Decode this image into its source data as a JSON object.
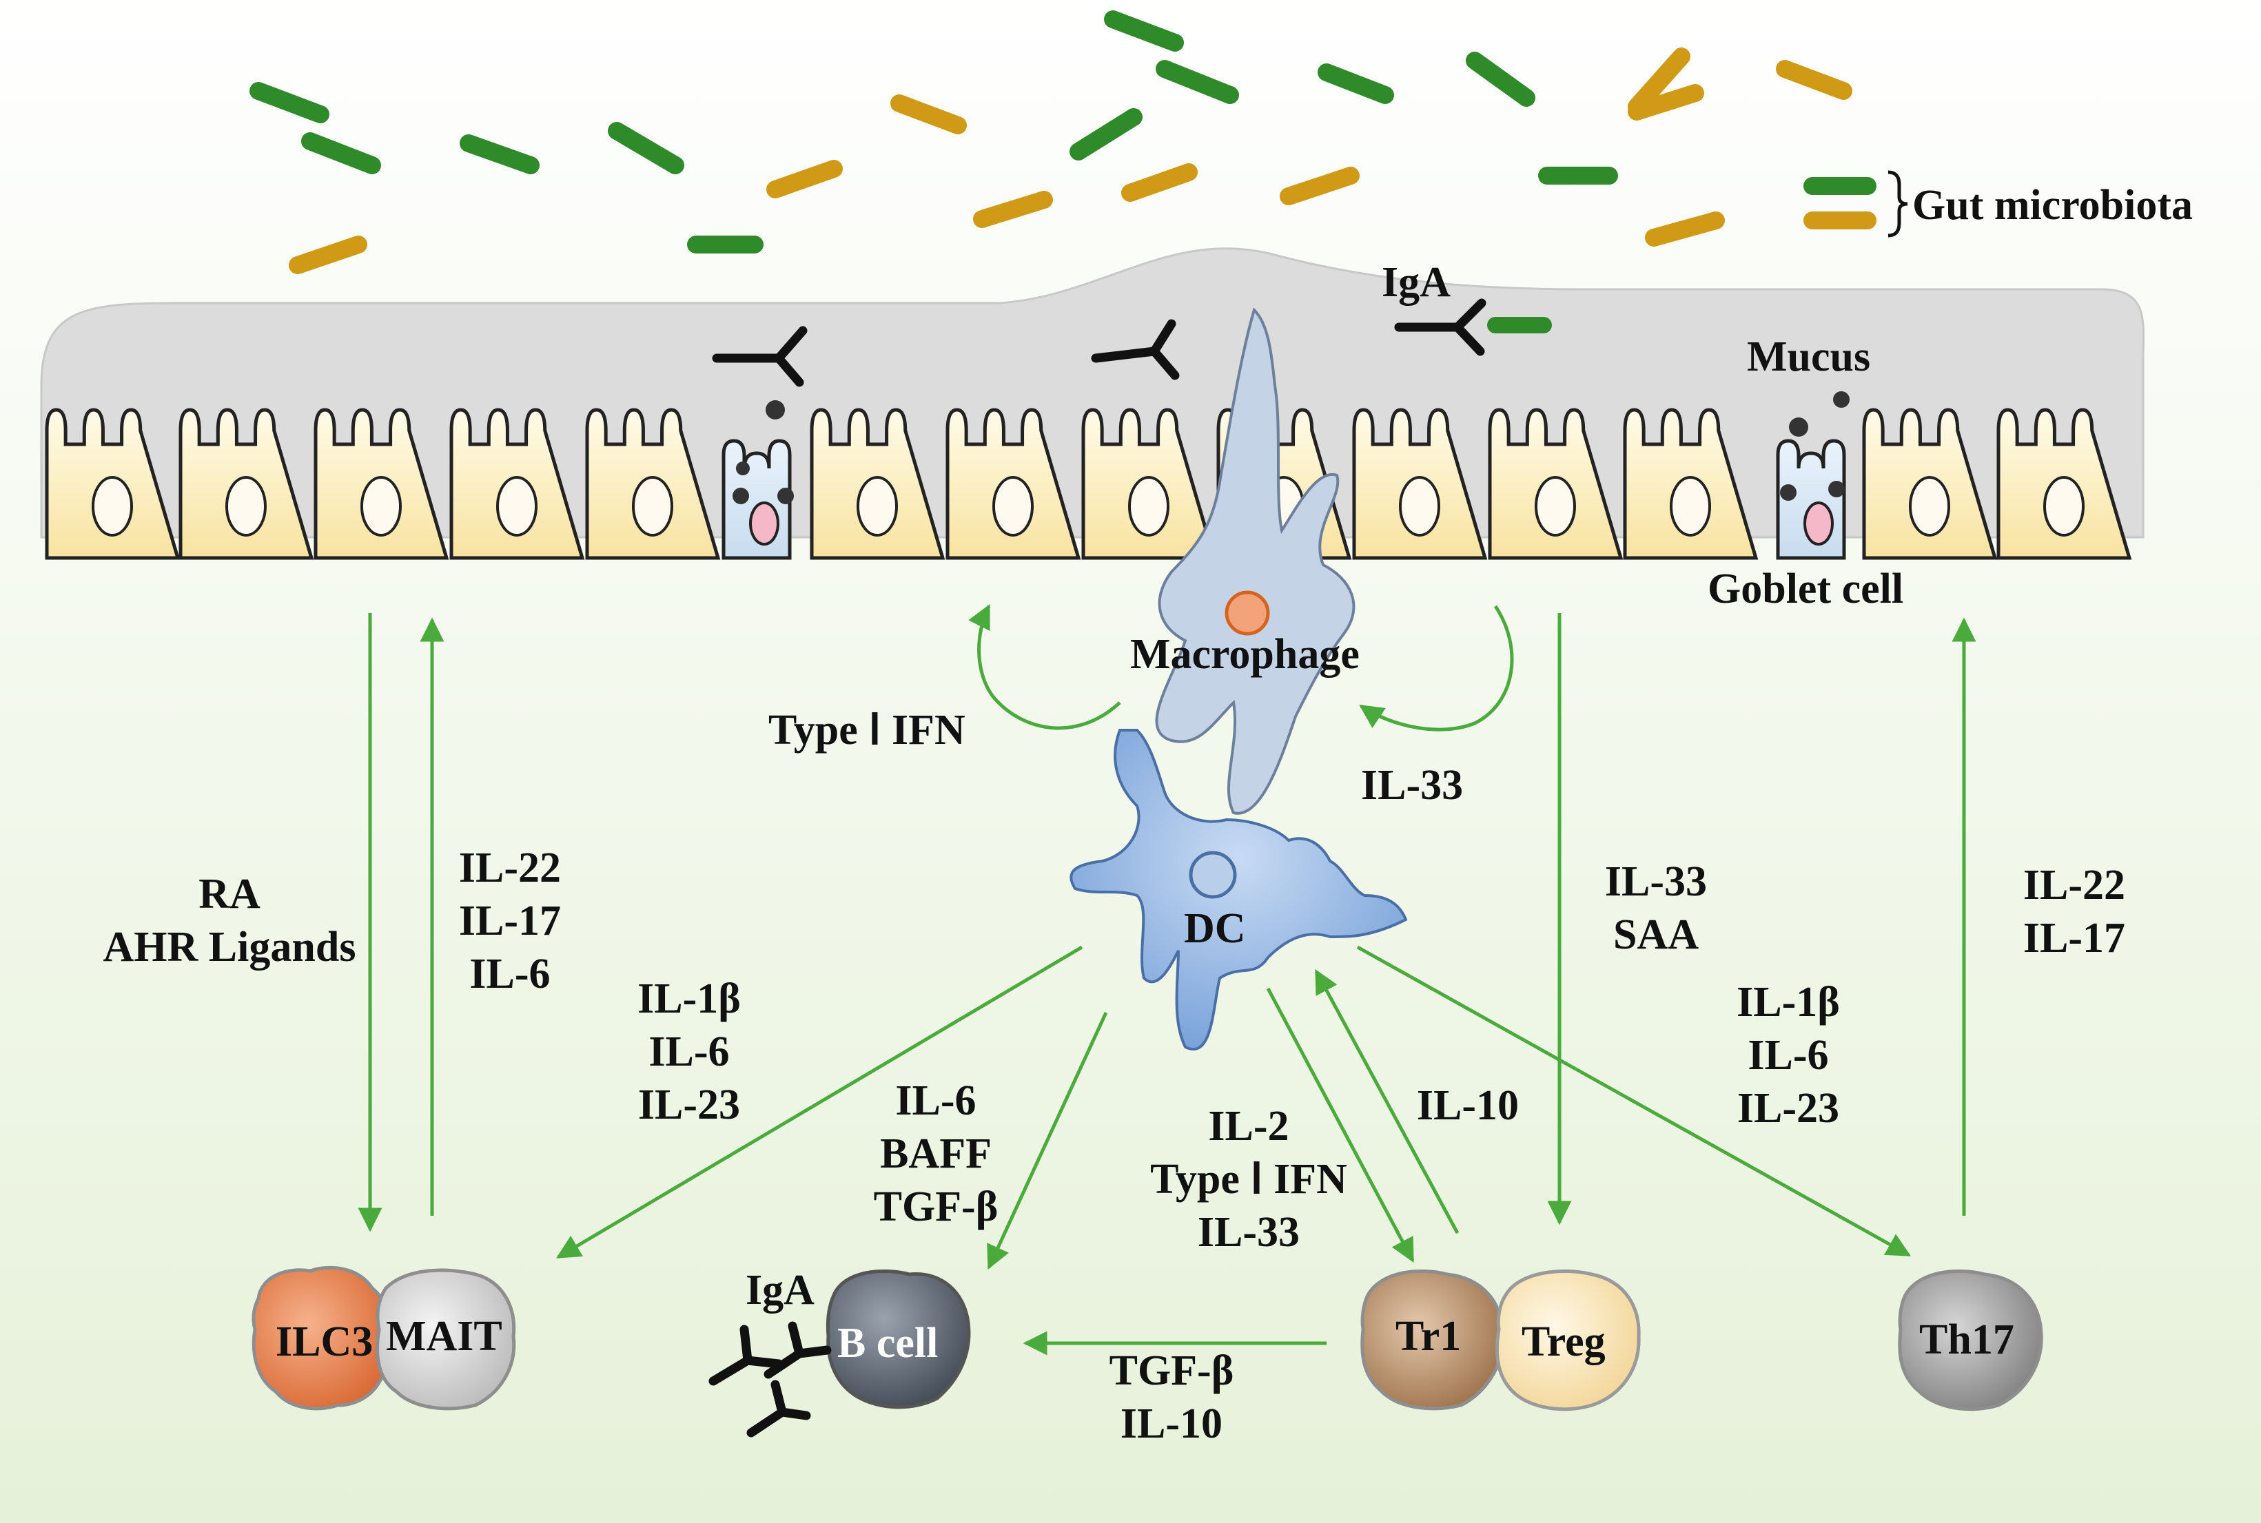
{
  "legend": {
    "label": "Gut microbiota"
  },
  "labels": {
    "iga_top": "IgA",
    "mucus": "Mucus",
    "goblet": "Goblet cell",
    "macrophage": "Macrophage",
    "dc": "DC",
    "type1_ifn_left": "Type Ⅰ IFN",
    "il33_right": "IL-33",
    "ra_ahr": [
      "RA",
      "AHR Ligands"
    ],
    "il22_il17_il6": [
      "IL-22",
      "IL-17",
      "IL-6"
    ],
    "il1b_il6_il23_left": [
      "IL-1β",
      "IL-6",
      "IL-23"
    ],
    "il6_baff_tgfb": [
      "IL-6",
      "BAFF",
      "TGF-β"
    ],
    "il2_ifn_il33": [
      "IL-2",
      "Type Ⅰ IFN",
      "IL-33"
    ],
    "il10_mid": "IL-10",
    "il33_saa": [
      "IL-33",
      "SAA"
    ],
    "il1b_il6_il23_right": [
      "IL-1β",
      "IL-6",
      "IL-23"
    ],
    "il22_il17_right": [
      "IL-22",
      "IL-17"
    ],
    "tgfb_il10": [
      "TGF-β",
      "IL-10"
    ],
    "iga_bottom": "IgA"
  },
  "cells": {
    "ilc3": "ILC3",
    "mait": "MAIT",
    "bcell": "B cell",
    "tr1": "Tr1",
    "treg": "Treg",
    "th17": "Th17"
  },
  "colors": {
    "bacteria_green": "#2f8a2a",
    "bacteria_gold": "#d19a16",
    "arrow": "#4aaa3c",
    "cell_fill": "#fdf0c0",
    "mucus": "#dcdcdc",
    "macrophage": "#c5d3e6",
    "dc": "#7ba6dc"
  }
}
